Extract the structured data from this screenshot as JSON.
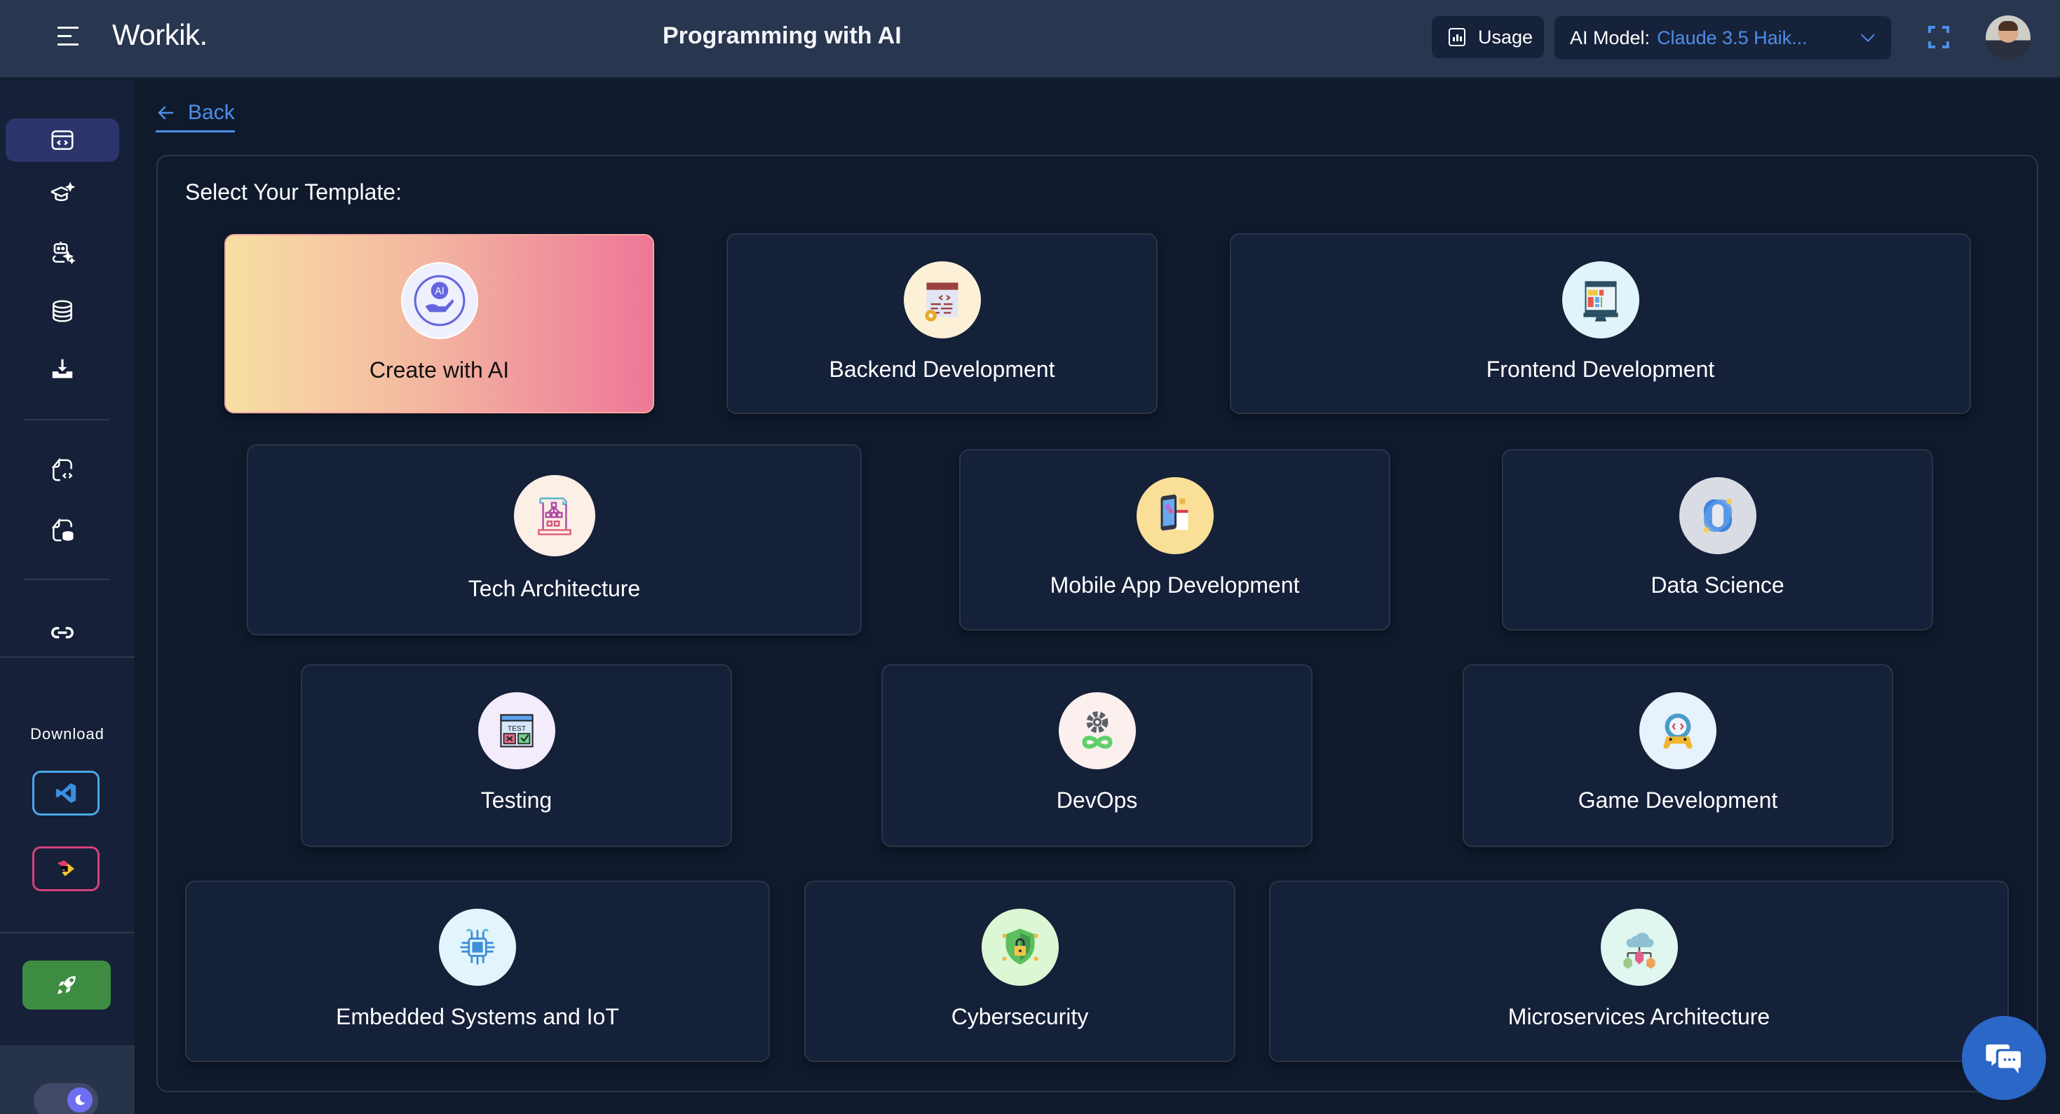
{
  "header": {
    "logo": "Workik.",
    "title": "Programming with AI",
    "usage_label": "Usage",
    "model_label": "AI Model:",
    "model_value": "Claude 3.5 Haik..."
  },
  "sidebar": {
    "items": [
      {
        "name": "code-window",
        "active": true
      },
      {
        "name": "learning-ai",
        "active": false
      },
      {
        "name": "ai-agent",
        "active": false
      },
      {
        "name": "database",
        "active": false
      },
      {
        "name": "import",
        "active": false
      },
      {
        "name": "code-file",
        "active": false
      },
      {
        "name": "db-file",
        "active": false
      },
      {
        "name": "link",
        "active": false
      }
    ],
    "download_label": "Download",
    "download_buttons": [
      "VS Code",
      "JetBrains"
    ]
  },
  "main": {
    "back_label": "Back",
    "panel_title": "Select Your Template:",
    "templates": [
      {
        "label": "Create with AI",
        "icon": "ai-hand-icon",
        "featured": true
      },
      {
        "label": "Backend Development",
        "icon": "backend-icon"
      },
      {
        "label": "Frontend Development",
        "icon": "frontend-icon"
      },
      {
        "label": "Tech Architecture",
        "icon": "architecture-icon"
      },
      {
        "label": "Mobile App Development",
        "icon": "mobile-app-icon"
      },
      {
        "label": "Data Science",
        "icon": "data-science-icon"
      },
      {
        "label": "Testing",
        "icon": "testing-icon"
      },
      {
        "label": "DevOps",
        "icon": "devops-icon"
      },
      {
        "label": "Game Development",
        "icon": "game-dev-icon"
      },
      {
        "label": "Embedded Systems and IoT",
        "icon": "chip-icon"
      },
      {
        "label": "Cybersecurity",
        "icon": "shield-lock-icon"
      },
      {
        "label": "Microservices Architecture",
        "icon": "microservices-icon"
      }
    ]
  },
  "colors": {
    "accent": "#4e8ee6",
    "header_bg": "#28364f",
    "sidebar_bg": "#162038",
    "page_bg": "#0f1a2d",
    "card_bg": "#152039",
    "featured_gradient_start": "#f8dfa3",
    "featured_gradient_end": "#ee7798",
    "launch_green": "#3e8c41",
    "chat_blue": "#2b67c7"
  }
}
